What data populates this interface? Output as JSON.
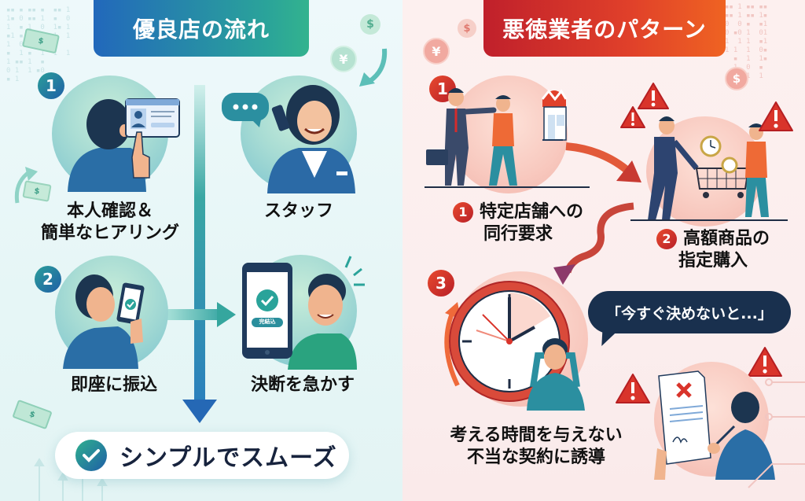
{
  "left_panel": {
    "title": "優良店の流れ",
    "colors": {
      "primary": "#2268bb",
      "secondary": "#33b38e",
      "background": "#eef9fb"
    },
    "steps": [
      {
        "badge": "1",
        "label_line1": "本人確認＆",
        "label_line2": "簡単なヒアリング",
        "illustration": "person-tapping-id-card"
      },
      {
        "badge": "",
        "label_line1": "スタッフ",
        "illustration": "smiling-staff-on-phone"
      },
      {
        "badge": "2",
        "label_line1": "即座に振込",
        "illustration": "person-with-phone-check"
      },
      {
        "badge": "",
        "label_line1": "決断を急かす",
        "illustration": "person-with-phone-complete",
        "phone_label": "完結込"
      }
    ],
    "result": {
      "label": "シンプルでスムーズ",
      "icon": "check-circle-icon"
    }
  },
  "right_panel": {
    "title": "悪徳業者のパターン",
    "colors": {
      "primary": "#c0202b",
      "secondary": "#ef6322",
      "background": "#fdf0ef",
      "bubble": "#19304e"
    },
    "steps": [
      {
        "badge": "1",
        "label_line1": "特定店舗への",
        "label_line2": "同行要求",
        "illustration": "salesman-pushing-customer-to-store"
      },
      {
        "badge": "2",
        "label_line1": "高額商品の",
        "label_line2": "指定購入",
        "illustration": "customer-with-cart-and-watches"
      },
      {
        "badge": "3",
        "label_line1": "考える時間を与えない",
        "label_line2": "不当な契約に誘導",
        "illustration": "clock-and-stressed-person"
      }
    ],
    "speech_bubble": "「今すぐ決めないと...」",
    "contract_illustration": "person-signing-rejected-contract"
  }
}
